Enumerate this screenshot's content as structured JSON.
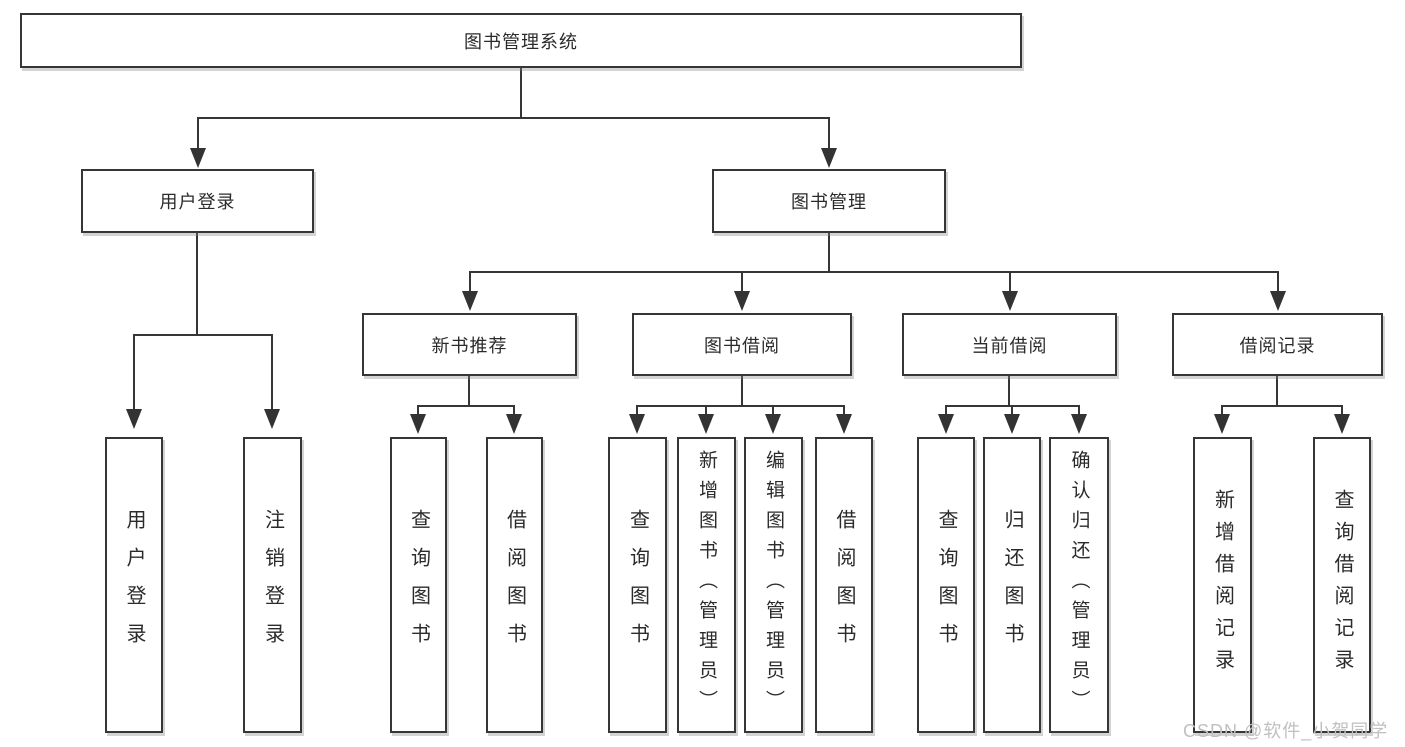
{
  "diagram": {
    "root": {
      "label": "图书管理系统"
    },
    "level2": [
      {
        "label": "用户登录"
      },
      {
        "label": "图书管理"
      }
    ],
    "level3": [
      {
        "label": "新书推荐"
      },
      {
        "label": "图书借阅"
      },
      {
        "label": "当前借阅"
      },
      {
        "label": "借阅记录"
      }
    ],
    "leaves": {
      "login": [
        "用户登录",
        "注销登录"
      ],
      "recommend": [
        "查询图书",
        "借阅图书"
      ],
      "borrowing": [
        "查询图书",
        "新增图书（管理员）",
        "编辑图书（管理员）",
        "借阅图书"
      ],
      "current": [
        "查询图书",
        "归还图书",
        "确认归还（管理员）"
      ],
      "records": [
        "新增借阅记录",
        "查询借阅记录"
      ]
    }
  },
  "watermark": {
    "text": "CSDN @软件_小贺同学"
  },
  "colors": {
    "line": "#363636",
    "box_border": "#363636",
    "text": "#2b2b2b",
    "watermark": "#c0c0c0",
    "background": "#ffffff"
  }
}
